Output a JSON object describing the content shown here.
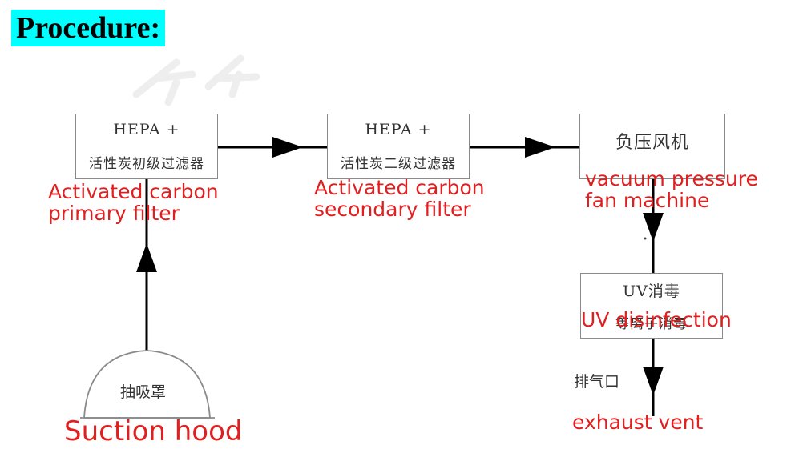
{
  "heading": "Procedure:",
  "nodes": {
    "primary_filter": {
      "line1": "HEPA +",
      "line2": "活性炭初级过滤器",
      "caption_line1": "Activated carbon",
      "caption_line2": "primary filter"
    },
    "secondary_filter": {
      "line1": "HEPA +",
      "line2": "活性炭二级过滤器",
      "caption_line1": "Activated carbon",
      "caption_line2": "secondary filter"
    },
    "fan": {
      "line1": "负压风机",
      "caption_line1": "vacuum pressure",
      "caption_line2": "fan machine"
    },
    "uv": {
      "line1": "UV消毒",
      "line2": "等离子消毒",
      "caption": "UV disinfection"
    },
    "exhaust": {
      "label": "排气口",
      "caption": "exhaust vent"
    },
    "hood": {
      "label": "抽吸罩",
      "caption": "Suction hood"
    }
  },
  "colors": {
    "heading_background": "#00ffff",
    "caption": "#e02020",
    "box_border": "#8a8a8a",
    "arrow": "#000000"
  }
}
